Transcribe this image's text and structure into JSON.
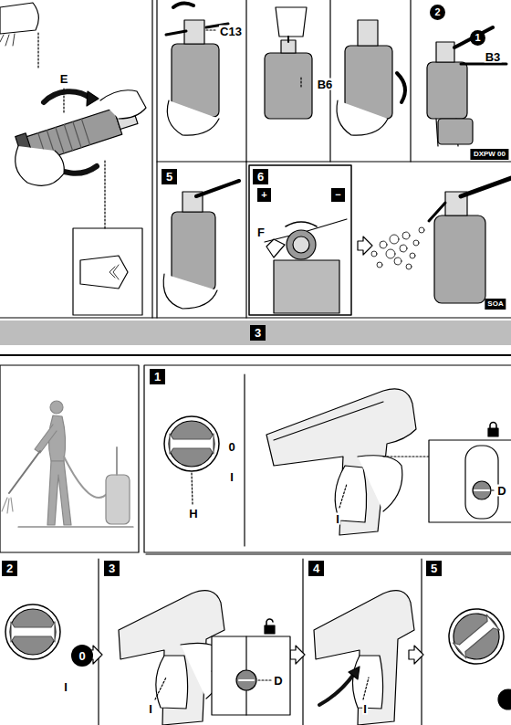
{
  "diagram": {
    "nodes": [
      {
        "text": [
          "2"
        ]
      },
      {
        "text": [
          "1"
        ]
      },
      {
        "text": [
          "5"
        ]
      },
      {
        "text": [
          "6"
        ]
      },
      {
        "text": [
          "+"
        ]
      },
      {
        "text": [
          "−"
        ]
      },
      {
        "text": [
          "3"
        ]
      },
      {
        "text": [
          "1"
        ]
      },
      {
        "text": [
          "2"
        ]
      },
      {
        "text": [
          "0"
        ]
      },
      {
        "text": [
          "3"
        ]
      },
      {
        "text": [
          "4"
        ]
      },
      {
        "text": [
          "5"
        ]
      }
    ],
    "labels": [
      "C13",
      "B6",
      "B3",
      "DXPW 00",
      "E",
      "F",
      "SOA",
      "0",
      "I",
      "H",
      "I",
      "D",
      "I",
      "D",
      "I",
      "I"
    ]
  }
}
